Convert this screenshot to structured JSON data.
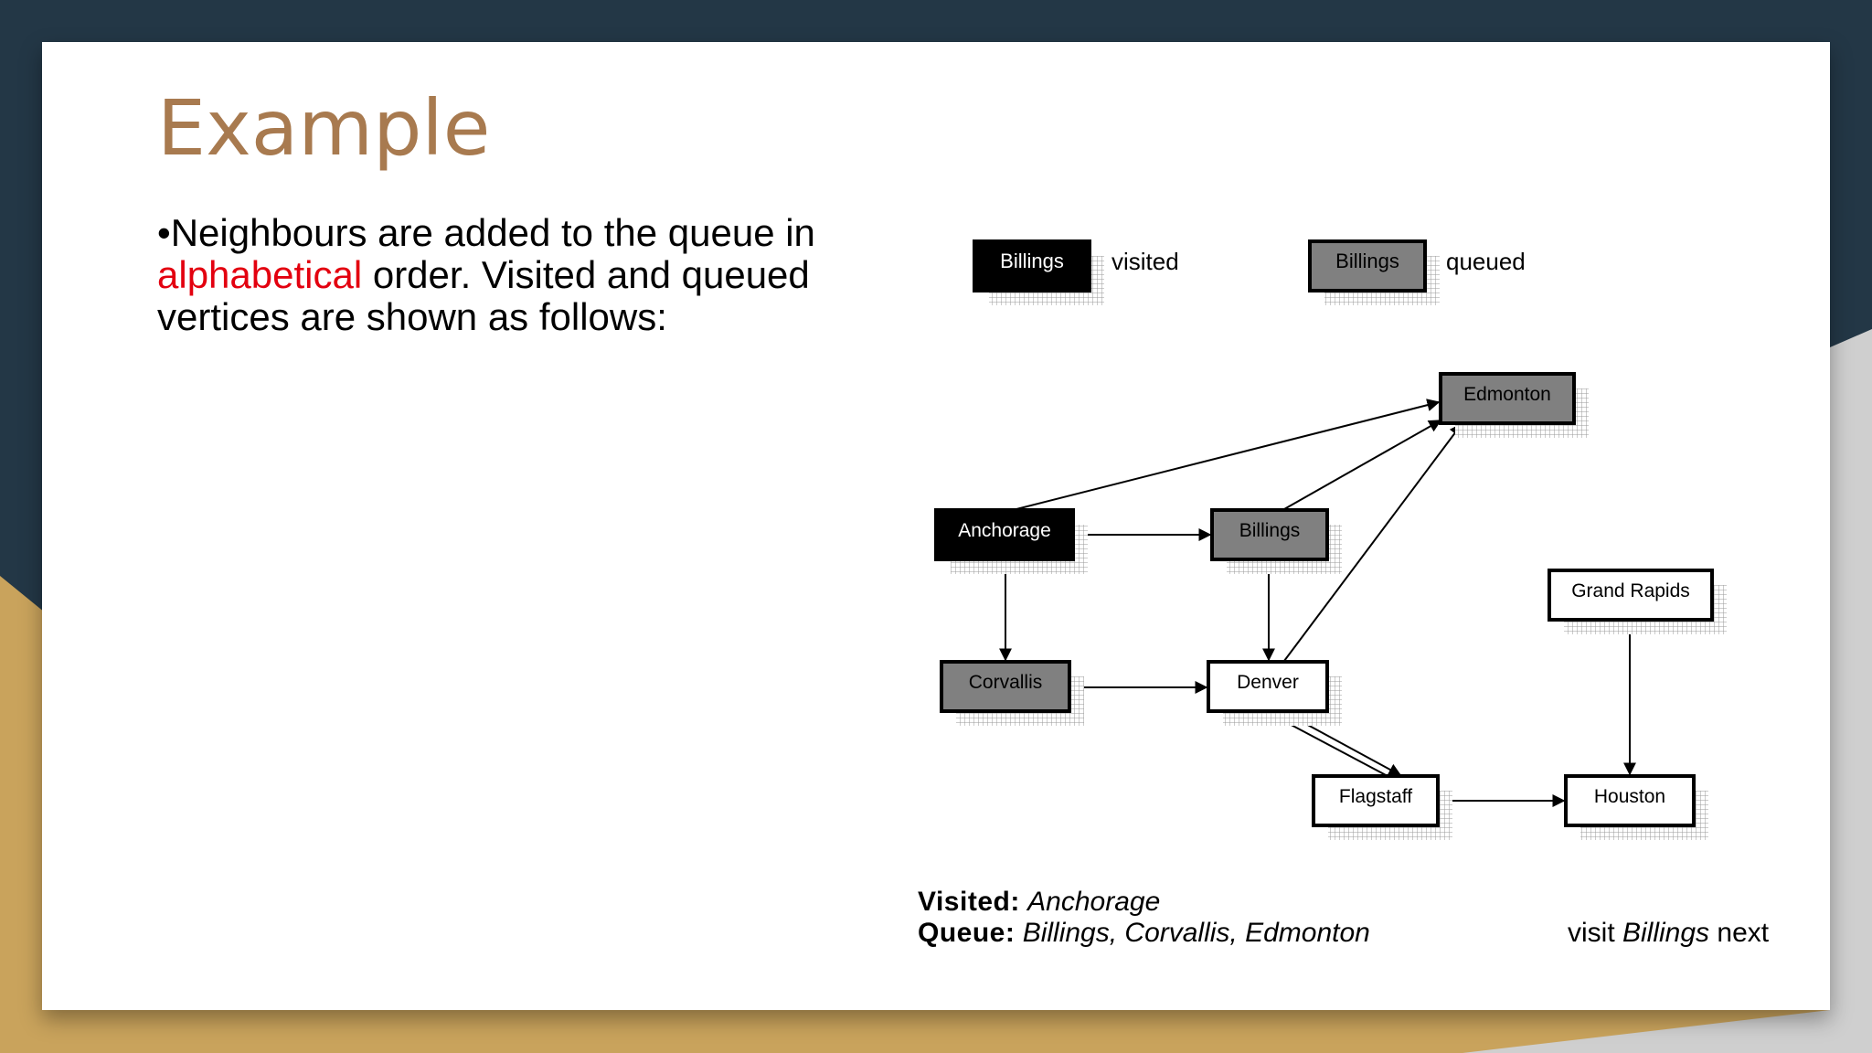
{
  "slide": {
    "title": "Example",
    "bullet": {
      "part1": "•Neighbours are added to the queue in ",
      "highlight": "alphabetical",
      "part2": " order. Visited and queued vertices are shown as follows:",
      "highlight_color": "#e3000f"
    }
  },
  "legend": [
    {
      "label": "Billings",
      "state": "visited",
      "caption": "visited"
    },
    {
      "label": "Billings",
      "state": "queued",
      "caption": "queued"
    }
  ],
  "graph": {
    "nodes": [
      {
        "id": "anchorage",
        "label": "Anchorage",
        "state": "visited"
      },
      {
        "id": "billings",
        "label": "Billings",
        "state": "queued"
      },
      {
        "id": "corvallis",
        "label": "Corvallis",
        "state": "queued"
      },
      {
        "id": "edmonton",
        "label": "Edmonton",
        "state": "queued"
      },
      {
        "id": "denver",
        "label": "Denver",
        "state": "unvisited"
      },
      {
        "id": "flagstaff",
        "label": "Flagstaff",
        "state": "unvisited"
      },
      {
        "id": "grand_rapids",
        "label": "Grand Rapids",
        "state": "unvisited"
      },
      {
        "id": "houston",
        "label": "Houston",
        "state": "unvisited"
      }
    ],
    "edges": [
      {
        "from": "anchorage",
        "to": "billings"
      },
      {
        "from": "anchorage",
        "to": "corvallis"
      },
      {
        "from": "anchorage",
        "to": "edmonton"
      },
      {
        "from": "billings",
        "to": "edmonton"
      },
      {
        "from": "billings",
        "to": "denver"
      },
      {
        "from": "corvallis",
        "to": "denver"
      },
      {
        "from": "denver",
        "to": "edmonton"
      },
      {
        "from": "denver",
        "to": "flagstaff"
      },
      {
        "from": "flagstaff",
        "to": "denver"
      },
      {
        "from": "flagstaff",
        "to": "houston"
      },
      {
        "from": "grand_rapids",
        "to": "houston"
      }
    ]
  },
  "status": {
    "visited_label": "Visited:",
    "visited_value": "Anchorage",
    "queue_label": "Queue:",
    "queue_value": "Billings, Corvallis, Edmonton",
    "next_prefix": "visit ",
    "next_value": "Billings",
    "next_suffix": " next"
  },
  "colors": {
    "visited_fill": "#000000",
    "queued_fill": "#808080",
    "unvisited_fill": "#ffffff",
    "title": "#a87a4f",
    "background_dark": "#233746",
    "background_gold": "#c9a35c"
  }
}
